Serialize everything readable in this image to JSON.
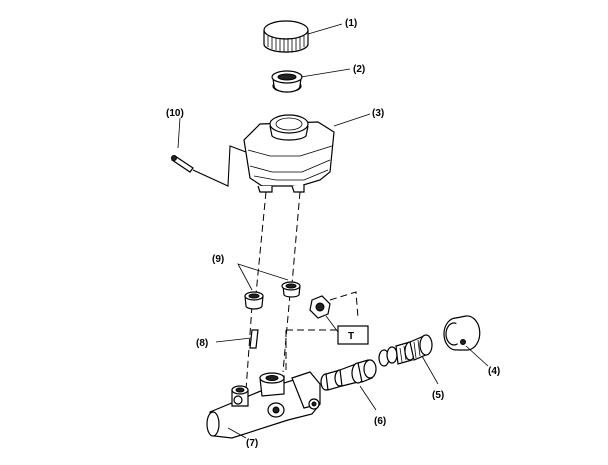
{
  "callouts": {
    "c1": "(1)",
    "c2": "(2)",
    "c3": "(3)",
    "c4": "(4)",
    "c5": "(5)",
    "c6": "(6)",
    "c7": "(7)",
    "c8": "(8)",
    "c9": "(9)",
    "c10": "(10)",
    "torque": "T"
  }
}
